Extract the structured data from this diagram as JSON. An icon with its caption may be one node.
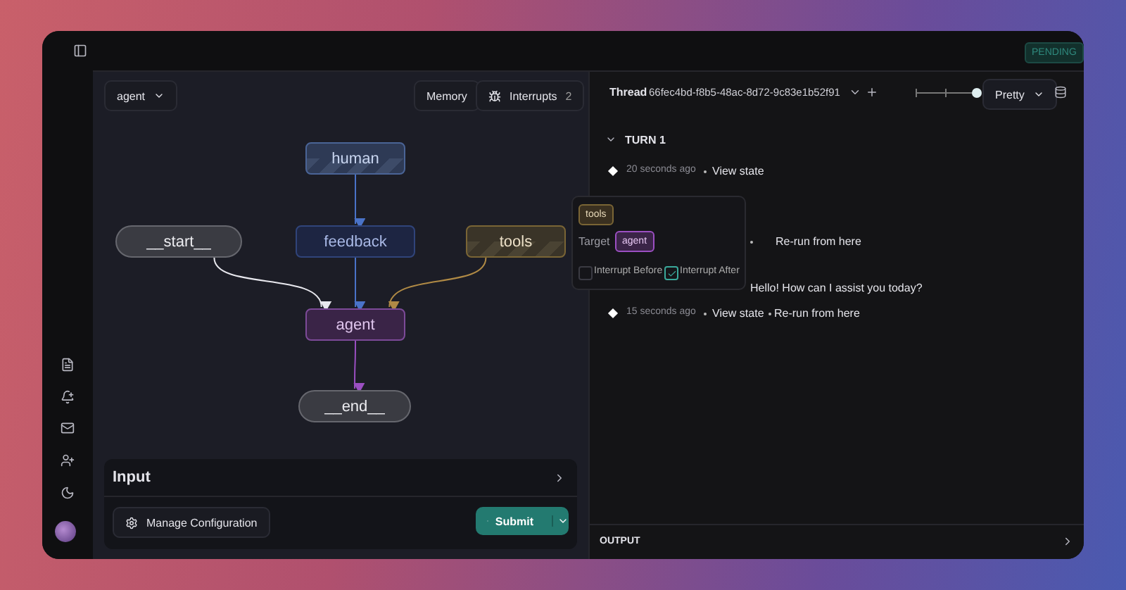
{
  "diagram": {
    "nodes": [
      {
        "text": [
          "human"
        ]
      },
      {
        "text": [
          "__start__"
        ]
      },
      {
        "text": [
          "feedback"
        ]
      },
      {
        "text": [
          "tools"
        ]
      },
      {
        "text": [
          "agent"
        ]
      },
      {
        "text": [
          "__end__"
        ]
      }
    ],
    "edges": [
      {
        "from": 0,
        "to": 2,
        "arrow": "to"
      },
      {
        "from": 1,
        "to": 4,
        "arrow": "to",
        "color": "#e8e8ee"
      },
      {
        "from": 2,
        "to": 4,
        "arrow": "to"
      },
      {
        "from": 3,
        "to": 4,
        "arrow": "to",
        "color": "#b08a45"
      },
      {
        "from": 4,
        "to": 5,
        "arrow": "to",
        "color": "#9b4fc2"
      }
    ],
    "labels": [
      "PENDING",
      "agent",
      "Memory",
      "Interrupts",
      "2",
      "Thread",
      "66fec4bd-f8b5-48ac-8d72-9c83e1b52f91",
      "Pretty",
      "TURN 1",
      "20 seconds ago",
      "View state",
      "tools",
      "Target",
      "agent",
      "Re-run from here",
      "Interrupt Before",
      "Interrupt After",
      "Hello! How can I assist you today?",
      "15 seconds ago",
      "View state",
      "Re-run from here",
      "Input",
      "Manage Configuration",
      "Submit",
      "OUTPUT"
    ]
  }
}
